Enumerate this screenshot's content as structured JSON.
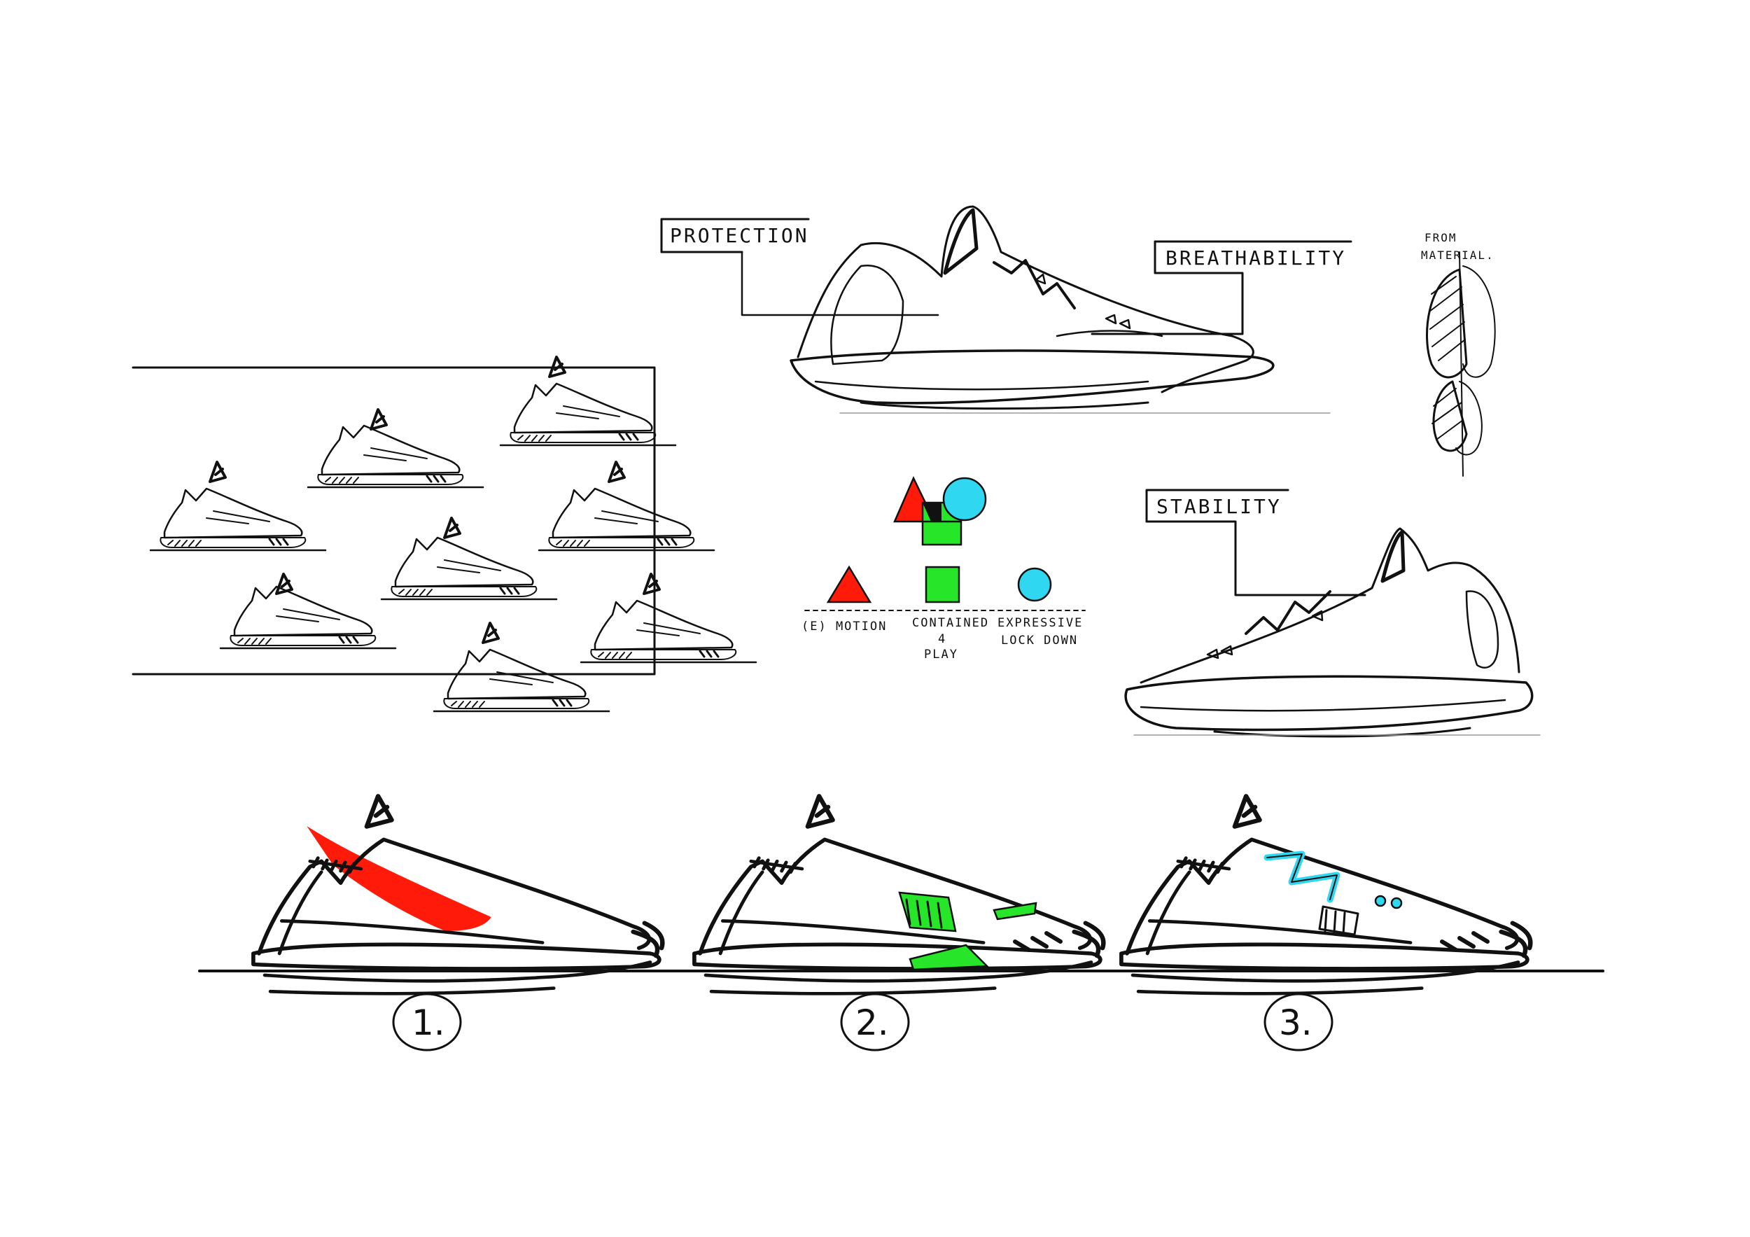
{
  "callouts": {
    "protection": "PROTECTION",
    "breathability": "BREATHABILITY",
    "stability": "STABILITY",
    "from_material_line1": "FROM",
    "from_material_line2": "MATERIAL."
  },
  "legend": {
    "motion": "(E) MOTION",
    "contained_line1": "CONTAINED",
    "contained_line2": "4",
    "contained_line3": "PLAY",
    "expressive_line1": "EXPRESSIVE",
    "expressive_line2": "LOCK DOWN"
  },
  "variants": [
    {
      "number": "1."
    },
    {
      "number": "2."
    },
    {
      "number": "3."
    }
  ],
  "colors": {
    "red": "#ff1a0a",
    "green": "#27e62a",
    "cyan": "#2fd8f0",
    "ink": "#111111"
  },
  "icons": [
    "shoe-sketch",
    "triangle-logo",
    "triangle-shape",
    "square-shape",
    "circle-shape",
    "lace-detail"
  ]
}
